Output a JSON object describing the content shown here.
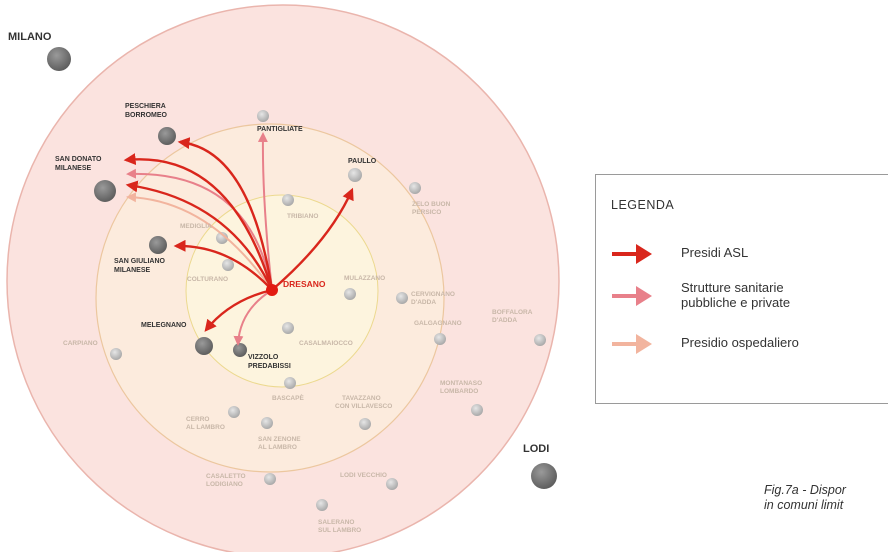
{
  "map": {
    "cities": {
      "milano": "MILANO",
      "lodi": "LODI",
      "origin": "DRESANO"
    },
    "towns_dark": {
      "peschiera": [
        "PESCHIERA",
        "BORROMEO"
      ],
      "pantigliate": [
        "PANTIGLIATE"
      ],
      "paullo": [
        "PAULLO"
      ],
      "san_donato": [
        "SAN DONATO",
        "MILANESE"
      ],
      "san_giuliano": [
        "SAN GIULIANO",
        "MILANESE"
      ],
      "melegnano": [
        "MELEGNANO"
      ],
      "vizzolo": [
        "VIZZOLO",
        "PREDABISSI"
      ]
    },
    "towns_faint": {
      "tribiano": [
        "TRIBIANO"
      ],
      "zelo": [
        "ZELO BUON",
        "PERSICO"
      ],
      "mediglia": [
        "MEDIGLIA"
      ],
      "colturano": [
        "COLTURANO"
      ],
      "mulazzano": [
        "MULAZZANO"
      ],
      "cervignano": [
        "CERVIGNANO",
        "D'ADDA"
      ],
      "casalmaiocco": [
        "CASALMAIOCCO"
      ],
      "galgagnano": [
        "GALGAGNANO"
      ],
      "boffalora": [
        "BOFFALORA",
        "D'ADDA"
      ],
      "carpiano": [
        "CARPIANO"
      ],
      "bascape": [
        "BASCAPÈ"
      ],
      "tavazzano": [
        "TAVAZZANO",
        "CON VILLAVESCO"
      ],
      "montanaso": [
        "MONTANASO",
        "LOMBARDO"
      ],
      "cerro": [
        "CERRO",
        "AL LAMBRO"
      ],
      "san_zenone": [
        "SAN ZENONE",
        "AL LAMBRO"
      ],
      "casaletto": [
        "CASALETTO",
        "LODIGIANO"
      ],
      "lodi_vecchio": [
        "LODI VECCHIO"
      ],
      "salerano": [
        "SALERANO",
        "SUL LAMBRO"
      ]
    }
  },
  "legend": {
    "title": "LEGENDA",
    "items": [
      {
        "label": "Presidi ASL",
        "color": "#d9261c"
      },
      {
        "label": "Strutture sanitarie pubbliche e private",
        "color": "#e8808a"
      },
      {
        "label": "Presidio ospedaliero",
        "color": "#f2b49e"
      }
    ]
  },
  "caption": [
    "Fig.7a - Dispor",
    "in comuni limit"
  ]
}
